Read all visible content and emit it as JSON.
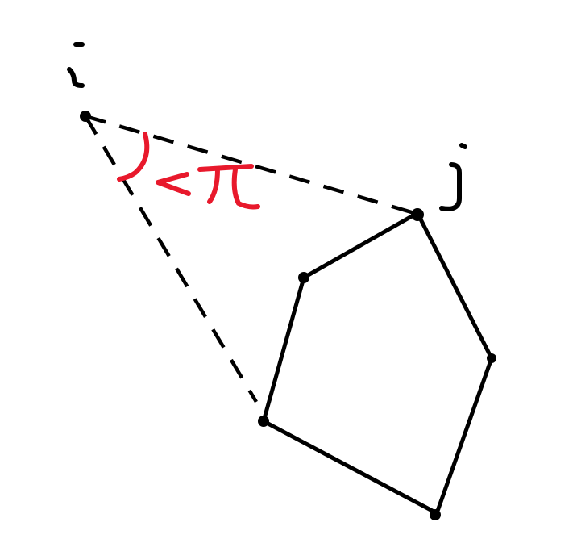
{
  "labels": {
    "point_i": "i",
    "point_j": "j",
    "angle_condition": "< π"
  },
  "colors": {
    "ink": "#000000",
    "angle_annotation": "#e8192c",
    "background": "#ffffff"
  },
  "style": {
    "visible_edges": "solid",
    "sight_lines": "dashed"
  }
}
